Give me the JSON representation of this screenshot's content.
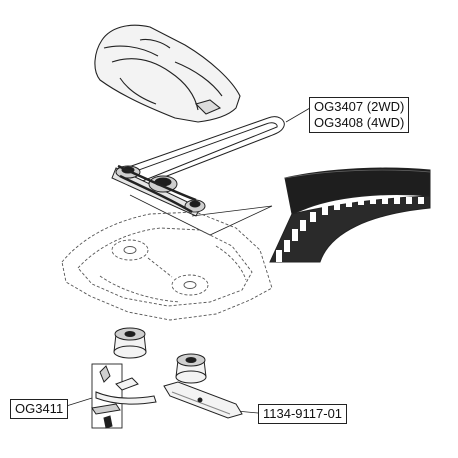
{
  "labels": {
    "belt_2wd": "OG3407 (2WD)",
    "belt_4wd": "OG3408 (4WD)",
    "blade_kit": "OG3411",
    "blade": "1134-9117-01"
  },
  "colors": {
    "line": "#222222",
    "fill_light": "#f3f3f3",
    "fill_mid": "#cfcfcf",
    "fill_dark": "#1e1e1e",
    "background": "#ffffff"
  }
}
